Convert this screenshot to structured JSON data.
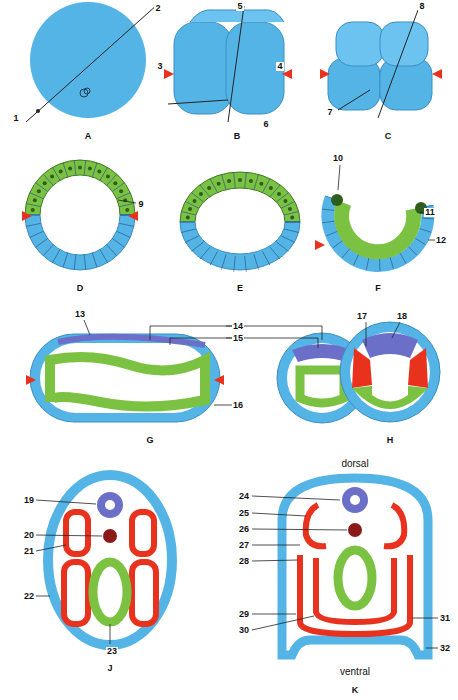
{
  "diagram": {
    "labels": [
      "1",
      "2",
      "3",
      "4",
      "5",
      "6",
      "7",
      "8",
      "9",
      "10",
      "11",
      "12",
      "13",
      "14",
      "15",
      "16",
      "17",
      "18",
      "19",
      "20",
      "21",
      "22",
      "23",
      "24",
      "25",
      "26",
      "27",
      "28",
      "29",
      "30",
      "31",
      "32",
      "A",
      "B",
      "C",
      "D",
      "E",
      "F",
      "G",
      "H",
      "J",
      "K",
      "dorsal",
      "ventral"
    ]
  }
}
